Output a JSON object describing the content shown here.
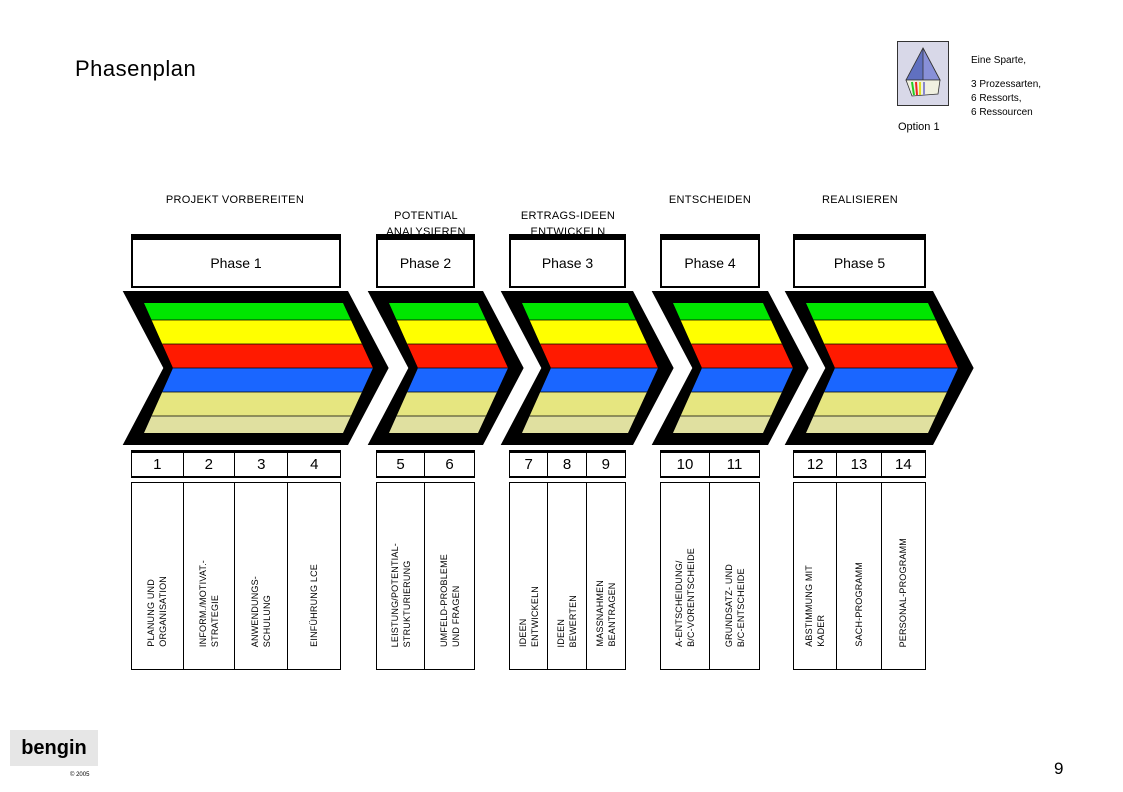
{
  "title": "Phasenplan",
  "logo": {
    "option_label": "Option 1",
    "icon": "pyramid-icon"
  },
  "info_lines": [
    "Eine Sparte,",
    "3 Prozessarten,",
    "6 Ressorts,",
    "6 Ressourcen"
  ],
  "groups": [
    {
      "label": "PROJEKT VORBEREITEN"
    },
    {
      "label": "POTENTIAL\nANALYSIEREN"
    },
    {
      "label": "ERTRAGS-IDEEN\nENTWICKELN"
    },
    {
      "label": "ENTSCHEIDEN"
    },
    {
      "label": "REALISIEREN"
    }
  ],
  "phases": [
    "Phase 1",
    "Phase 2",
    "Phase 3",
    "Phase 4",
    "Phase 5"
  ],
  "stripe_colors": [
    "#00e600",
    "#ffff00",
    "#ff1a00",
    "#1a66ff",
    "#e6e680",
    "#e0e0a0"
  ],
  "steps": [
    {
      "num": "1",
      "text": [
        "PLANUNG UND",
        "ORGANISATION"
      ]
    },
    {
      "num": "2",
      "text": [
        "INFORM./MOTIVAT.-",
        "STRATEGIE"
      ]
    },
    {
      "num": "3",
      "text": [
        "ANWENDUNGS-",
        "SCHULUNG"
      ]
    },
    {
      "num": "4",
      "text": [
        "EINFÜHRUNG LCE"
      ]
    },
    {
      "num": "5",
      "text": [
        "LEISTUNG/POTENTIAL-",
        "STRUKTURIERUNG"
      ]
    },
    {
      "num": "6",
      "text": [
        "UMFELD-PROBLEME",
        "UND FRAGEN"
      ]
    },
    {
      "num": "7",
      "text": [
        "IDEEN",
        "ENTWICKELN"
      ]
    },
    {
      "num": "8",
      "text": [
        "IDEEN",
        "BEWERTEN"
      ]
    },
    {
      "num": "9",
      "text": [
        "MASSNAHMEN",
        "BEANTRAGEN"
      ]
    },
    {
      "num": "10",
      "text": [
        "A-ENTSCHEIDUNG/",
        "B/C-VORENTSCHEIDE"
      ]
    },
    {
      "num": "11",
      "text": [
        "GRUNDSATZ- UND",
        "B/C-ENTSCHEIDE"
      ]
    },
    {
      "num": "12",
      "text": [
        "ABSTIMMUNG MIT",
        "KADER"
      ]
    },
    {
      "num": "13",
      "text": [
        "SACH-PROGRAMM"
      ]
    },
    {
      "num": "14",
      "text": [
        "PERSONAL-PROGRAMM"
      ]
    }
  ],
  "footer": {
    "brand": "bengin",
    "copyright": "© 2005",
    "page": "9"
  }
}
